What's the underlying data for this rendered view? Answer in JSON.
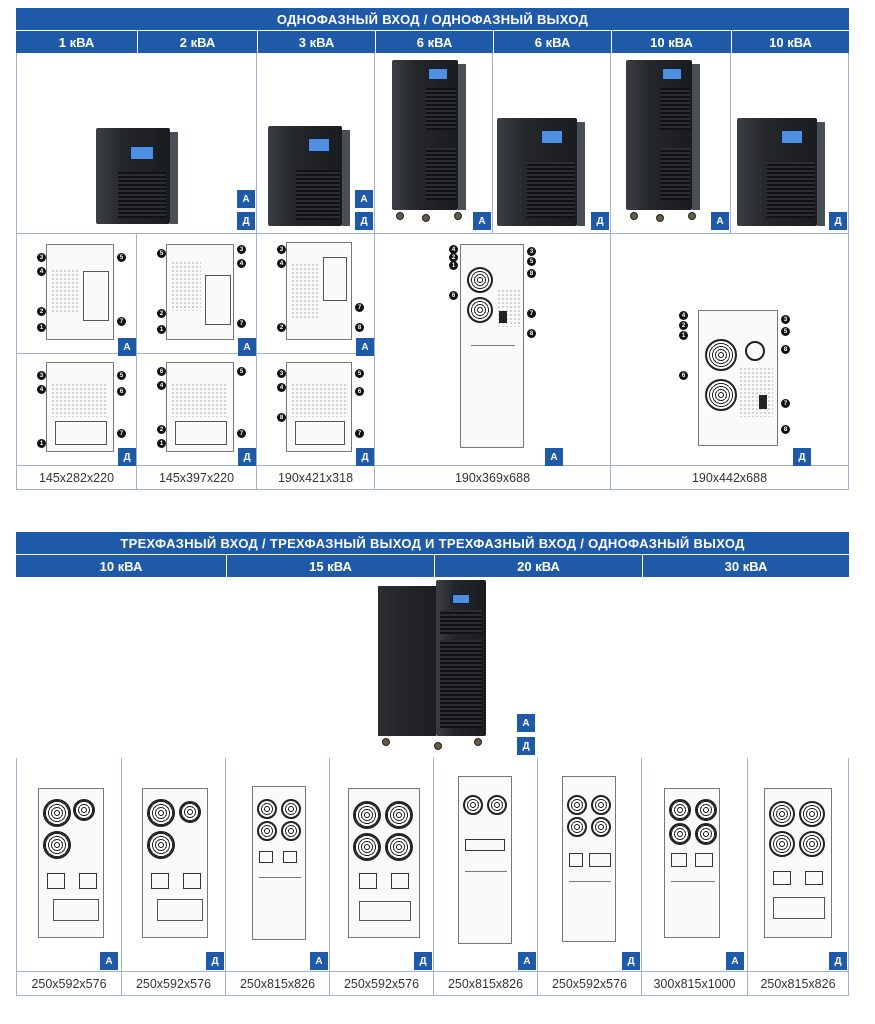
{
  "section1": {
    "title": "ОДНОФАЗНЫЙ ВХОД / ОДНОФАЗНЫЙ ВЫХОД",
    "columns": [
      "1 кВА",
      "2 кВА",
      "3 кВА",
      "6 кВА",
      "6 кВА",
      "10 кВА",
      "10 кВА"
    ],
    "dimensions": [
      "145x282x220",
      "145x397x220",
      "190x421x318",
      "190x369x688",
      "190x442x688"
    ]
  },
  "section2": {
    "title": "ТРЕХФАЗНЫЙ ВХОД / ТРЕХФАЗНЫЙ ВЫХОД И ТРЕХФАЗНЫЙ ВХОД / ОДНОФАЗНЫЙ ВЫХОД",
    "columns": [
      "10 кВА",
      "15 кВА",
      "20 кВА",
      "30 кВА"
    ],
    "dimensions": [
      "250x592x576",
      "250x592x576",
      "250x815x826",
      "250x592x576",
      "250x815x826",
      "250x592x576",
      "300x815x1000",
      "250x815x826"
    ]
  },
  "badges": {
    "a": "А",
    "d": "Д"
  },
  "callouts": [
    "1",
    "2",
    "3",
    "4",
    "5",
    "6",
    "7",
    "8"
  ],
  "colors": {
    "accent": "#1f5aa8",
    "border": "#9fb3d0"
  }
}
